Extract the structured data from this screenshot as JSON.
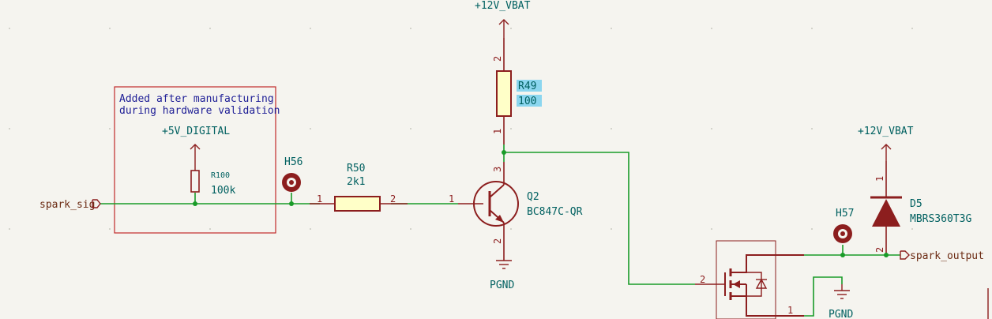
{
  "note": {
    "line1": "Added after manufacturing",
    "line2": "during hardware validation"
  },
  "power": {
    "vbat_top": "+12V_VBAT",
    "vbat_right": "+12V_VBAT",
    "v5_digital": "+5V_DIGITAL",
    "pgnd_q2": "PGND",
    "pgnd_fet": "PGND"
  },
  "components": {
    "r100": {
      "ref": "R100",
      "value": "100k"
    },
    "r50": {
      "ref": "R50",
      "value": "2k1",
      "pin1": "1",
      "pin2": "2"
    },
    "r49": {
      "ref": "R49",
      "value": "100",
      "pin1": "1",
      "pin2": "2"
    },
    "q2": {
      "ref": "Q2",
      "value": "BC847C-QR",
      "pin1": "1",
      "pin2": "2",
      "pin3": "3"
    },
    "h56": {
      "ref": "H56"
    },
    "h57": {
      "ref": "H57"
    },
    "d5": {
      "ref": "D5",
      "value": "MBRS360T3G",
      "pin1": "1",
      "pin2": "2"
    },
    "fet": {
      "pin1": "1",
      "pin2": "2"
    }
  },
  "nets": {
    "spark_sig": "spark_sig",
    "spark_output": "spark_output"
  },
  "colors": {
    "wire": "#199b28",
    "component": "#8c1e1e",
    "body_fill": "#ffffc8",
    "label": "#006060",
    "note_text": "#1e1e96",
    "background": "#f5f4ef"
  }
}
